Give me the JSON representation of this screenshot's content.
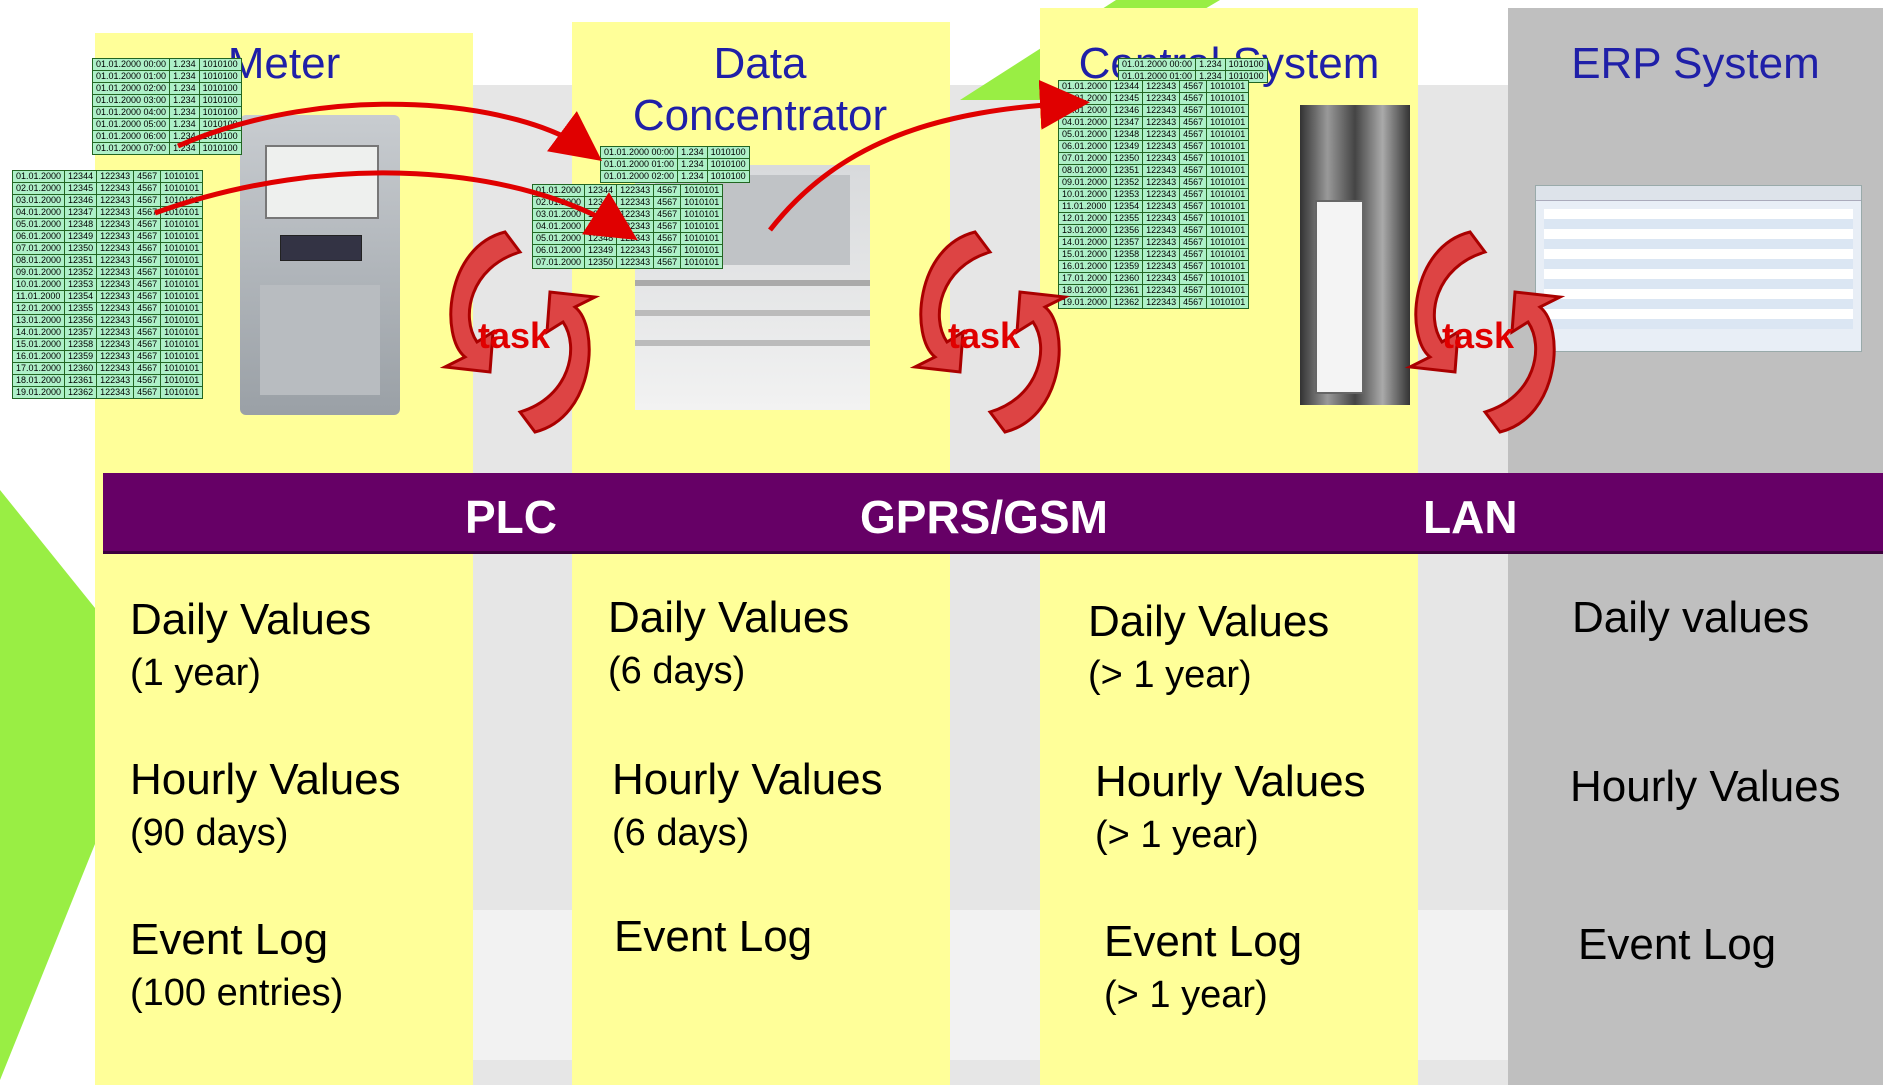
{
  "columns": [
    {
      "id": "meter",
      "title": "Meter"
    },
    {
      "id": "data_concentrator",
      "title": "Data Concentrator"
    },
    {
      "id": "central_system",
      "title": "Central System"
    },
    {
      "id": "erp_system",
      "title": "ERP System"
    }
  ],
  "networks": [
    "PLC",
    "GPRS/GSM",
    "LAN"
  ],
  "task_label": "task",
  "values": {
    "meter": {
      "daily": "Daily Values",
      "daily_sub": "(1 year)",
      "hourly": "Hourly Values",
      "hourly_sub": "(90 days)",
      "event": "Event Log",
      "event_sub": "(100 entries)"
    },
    "data_concentrator": {
      "daily": "Daily Values",
      "daily_sub": "(6 days)",
      "hourly": "Hourly Values",
      "hourly_sub": "(6 days)",
      "event": "Event Log"
    },
    "central_system": {
      "daily": "Daily Values",
      "daily_sub": "(> 1 year)",
      "hourly": "Hourly Values",
      "hourly_sub": "(> 1 year)",
      "event": "Event Log",
      "event_sub": "(> 1 year)"
    },
    "erp_system": {
      "daily": "Daily values",
      "hourly": "Hourly Values",
      "event": "Event Log"
    }
  },
  "hourly_table": [
    [
      "01.01.2000 00:00",
      "1.234",
      "1010100"
    ],
    [
      "01.01.2000 01:00",
      "1.234",
      "1010100"
    ],
    [
      "01.01.2000 02:00",
      "1.234",
      "1010100"
    ],
    [
      "01.01.2000 03:00",
      "1.234",
      "1010100"
    ],
    [
      "01.01.2000 04:00",
      "1.234",
      "1010100"
    ],
    [
      "01.01.2000 05:00",
      "1.234",
      "1010100"
    ],
    [
      "01.01.2000 06:00",
      "1.234",
      "1010100"
    ],
    [
      "01.01.2000 07:00",
      "1.234",
      "1010100"
    ]
  ],
  "daily_table": [
    [
      "01.01.2000",
      "12344",
      "122343",
      "4567",
      "1010101"
    ],
    [
      "02.01.2000",
      "12345",
      "122343",
      "4567",
      "1010101"
    ],
    [
      "03.01.2000",
      "12346",
      "122343",
      "4567",
      "1010101"
    ],
    [
      "04.01.2000",
      "12347",
      "122343",
      "4567",
      "1010101"
    ],
    [
      "05.01.2000",
      "12348",
      "122343",
      "4567",
      "1010101"
    ],
    [
      "06.01.2000",
      "12349",
      "122343",
      "4567",
      "1010101"
    ],
    [
      "07.01.2000",
      "12350",
      "122343",
      "4567",
      "1010101"
    ],
    [
      "08.01.2000",
      "12351",
      "122343",
      "4567",
      "1010101"
    ],
    [
      "09.01.2000",
      "12352",
      "122343",
      "4567",
      "1010101"
    ],
    [
      "10.01.2000",
      "12353",
      "122343",
      "4567",
      "1010101"
    ],
    [
      "11.01.2000",
      "12354",
      "122343",
      "4567",
      "1010101"
    ],
    [
      "12.01.2000",
      "12355",
      "122343",
      "4567",
      "1010101"
    ],
    [
      "13.01.2000",
      "12356",
      "122343",
      "4567",
      "1010101"
    ],
    [
      "14.01.2000",
      "12357",
      "122343",
      "4567",
      "1010101"
    ],
    [
      "15.01.2000",
      "12358",
      "122343",
      "4567",
      "1010101"
    ],
    [
      "16.01.2000",
      "12359",
      "122343",
      "4567",
      "1010101"
    ],
    [
      "17.01.2000",
      "12360",
      "122343",
      "4567",
      "1010101"
    ],
    [
      "18.01.2000",
      "12361",
      "122343",
      "4567",
      "1010101"
    ],
    [
      "19.01.2000",
      "12362",
      "122343",
      "4567",
      "1010101"
    ]
  ],
  "colors": {
    "column_yellow": "#ffff99",
    "column_gray": "#bfbfbf",
    "network_band": "#660066",
    "title_blue": "#1f1fa8",
    "arrow_red": "#e00000",
    "table_green": "#aef0c8",
    "accent_green": "#99ee44"
  }
}
